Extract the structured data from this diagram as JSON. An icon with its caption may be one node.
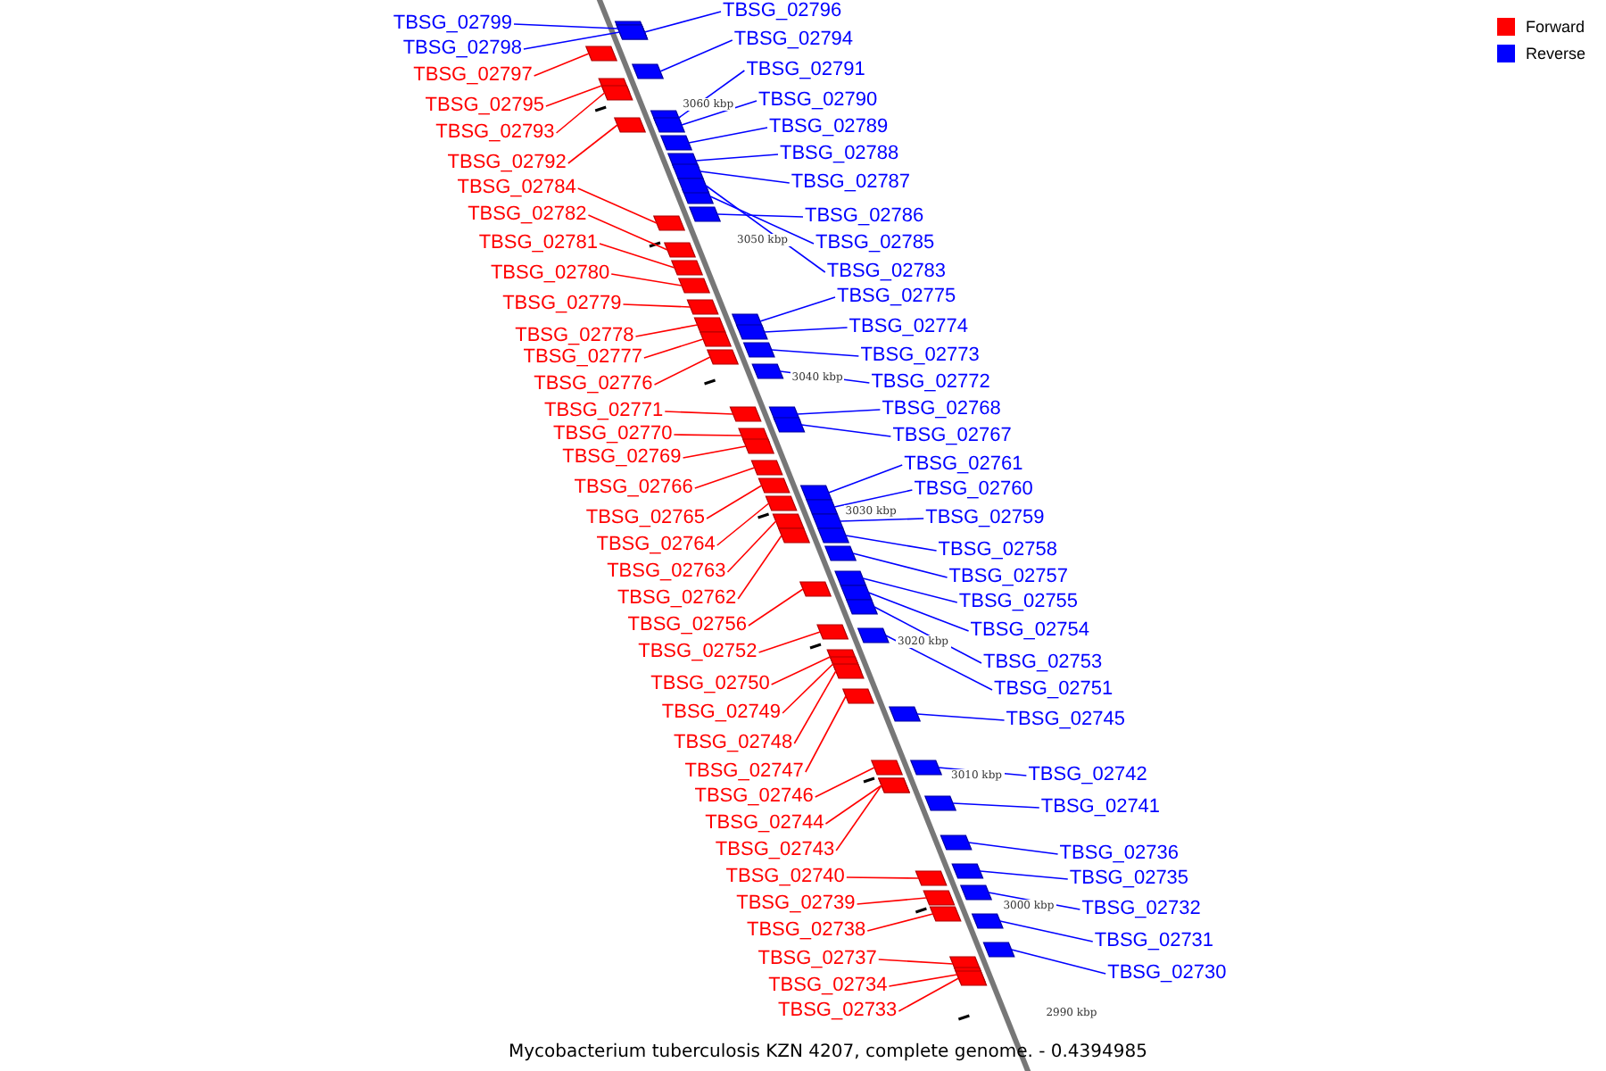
{
  "diagram": {
    "caption": "Mycobacterium tuberculosis KZN 4207, complete genome. - 0.4394985",
    "nodes": [
      {
        "text": [
          "TBSG_02799"
        ]
      },
      {
        "text": [
          "TBSG_02798"
        ]
      },
      {
        "text": [
          "TBSG_02797"
        ]
      },
      {
        "text": [
          "TBSG_02795"
        ]
      },
      {
        "text": [
          "TBSG_02793"
        ]
      },
      {
        "text": [
          "TBSG_02792"
        ]
      },
      {
        "text": [
          "TBSG_02784"
        ]
      },
      {
        "text": [
          "TBSG_02782"
        ]
      },
      {
        "text": [
          "TBSG_02781"
        ]
      },
      {
        "text": [
          "TBSG_02780"
        ]
      },
      {
        "text": [
          "TBSG_02779"
        ]
      },
      {
        "text": [
          "TBSG_02778"
        ]
      },
      {
        "text": [
          "TBSG_02777"
        ]
      },
      {
        "text": [
          "TBSG_02776"
        ]
      },
      {
        "text": [
          "TBSG_02771"
        ]
      },
      {
        "text": [
          "TBSG_02770"
        ]
      },
      {
        "text": [
          "TBSG_02769"
        ]
      },
      {
        "text": [
          "TBSG_02766"
        ]
      },
      {
        "text": [
          "TBSG_02765"
        ]
      },
      {
        "text": [
          "TBSG_02764"
        ]
      },
      {
        "text": [
          "TBSG_02763"
        ]
      },
      {
        "text": [
          "TBSG_02762"
        ]
      },
      {
        "text": [
          "TBSG_02756"
        ]
      },
      {
        "text": [
          "TBSG_02752"
        ]
      },
      {
        "text": [
          "TBSG_02750"
        ]
      },
      {
        "text": [
          "TBSG_02749"
        ]
      },
      {
        "text": [
          "TBSG_02748"
        ]
      },
      {
        "text": [
          "TBSG_02747"
        ]
      },
      {
        "text": [
          "TBSG_02746"
        ]
      },
      {
        "text": [
          "TBSG_02744"
        ]
      },
      {
        "text": [
          "TBSG_02743"
        ]
      },
      {
        "text": [
          "TBSG_02740"
        ]
      },
      {
        "text": [
          "TBSG_02739"
        ]
      },
      {
        "text": [
          "TBSG_02738"
        ]
      },
      {
        "text": [
          "TBSG_02737"
        ]
      },
      {
        "text": [
          "TBSG_02734"
        ]
      },
      {
        "text": [
          "TBSG_02733"
        ]
      },
      {
        "text": [
          "TBSG_02796"
        ]
      },
      {
        "text": [
          "TBSG_02794"
        ]
      },
      {
        "text": [
          "TBSG_02791"
        ]
      },
      {
        "text": [
          "TBSG_02790"
        ]
      },
      {
        "text": [
          "TBSG_02789"
        ]
      },
      {
        "text": [
          "TBSG_02788"
        ]
      },
      {
        "text": [
          "TBSG_02787"
        ]
      },
      {
        "text": [
          "TBSG_02786"
        ]
      },
      {
        "text": [
          "TBSG_02785"
        ]
      },
      {
        "text": [
          "TBSG_02783"
        ]
      },
      {
        "text": [
          "TBSG_02775"
        ]
      },
      {
        "text": [
          "TBSG_02774"
        ]
      },
      {
        "text": [
          "TBSG_02773"
        ]
      },
      {
        "text": [
          "TBSG_02772"
        ]
      },
      {
        "text": [
          "TBSG_02768"
        ]
      },
      {
        "text": [
          "TBSG_02767"
        ]
      },
      {
        "text": [
          "TBSG_02761"
        ]
      },
      {
        "text": [
          "TBSG_02760"
        ]
      },
      {
        "text": [
          "TBSG_02759"
        ]
      },
      {
        "text": [
          "TBSG_02758"
        ]
      },
      {
        "text": [
          "TBSG_02757"
        ]
      },
      {
        "text": [
          "TBSG_02755"
        ]
      },
      {
        "text": [
          "TBSG_02754"
        ]
      },
      {
        "text": [
          "TBSG_02753"
        ]
      },
      {
        "text": [
          "TBSG_02751"
        ]
      },
      {
        "text": [
          "TBSG_02745"
        ]
      },
      {
        "text": [
          "TBSG_02742"
        ]
      },
      {
        "text": [
          "TBSG_02741"
        ]
      },
      {
        "text": [
          "TBSG_02736"
        ]
      },
      {
        "text": [
          "TBSG_02735"
        ]
      },
      {
        "text": [
          "TBSG_02732"
        ]
      },
      {
        "text": [
          "TBSG_02731"
        ]
      },
      {
        "text": [
          "TBSG_02730"
        ]
      },
      {
        "text": [],
        "shape": "box"
      },
      {
        "text": [],
        "shape": "box"
      },
      {
        "text": [],
        "shape": "box"
      },
      {
        "text": [],
        "shape": "box"
      },
      {
        "text": [],
        "shape": "box"
      },
      {
        "text": [],
        "shape": "box"
      },
      {
        "text": [],
        "shape": "box"
      },
      {
        "text": [],
        "shape": "box"
      },
      {
        "text": [],
        "shape": "box"
      },
      {
        "text": [],
        "shape": "box"
      },
      {
        "text": [],
        "shape": "box"
      },
      {
        "text": [],
        "shape": "box"
      },
      {
        "text": [],
        "shape": "box"
      },
      {
        "text": [],
        "shape": "box"
      },
      {
        "text": [],
        "shape": "box"
      },
      {
        "text": [],
        "shape": "box"
      },
      {
        "text": [],
        "shape": "box"
      },
      {
        "text": [],
        "shape": "box"
      },
      {
        "text": [],
        "shape": "box"
      },
      {
        "text": [],
        "shape": "box"
      },
      {
        "text": [],
        "shape": "box"
      },
      {
        "text": [],
        "shape": "box"
      },
      {
        "text": [],
        "shape": "box"
      },
      {
        "text": [],
        "shape": "box"
      },
      {
        "text": [],
        "shape": "box"
      },
      {
        "text": [],
        "shape": "box"
      },
      {
        "text": [],
        "shape": "box"
      },
      {
        "text": [],
        "shape": "box"
      },
      {
        "text": [],
        "shape": "box"
      },
      {
        "text": [],
        "shape": "box"
      },
      {
        "text": [],
        "shape": "box"
      },
      {
        "text": [],
        "shape": "box"
      },
      {
        "text": [],
        "shape": "box"
      },
      {
        "text": [],
        "shape": "box"
      },
      {
        "text": [],
        "shape": "box"
      },
      {
        "text": [],
        "shape": "box"
      },
      {
        "text": [],
        "shape": "box"
      },
      {
        "text": [],
        "shape": "box"
      },
      {
        "text": [],
        "shape": "box"
      },
      {
        "text": [],
        "shape": "box"
      },
      {
        "text": [],
        "shape": "box"
      },
      {
        "text": [],
        "shape": "box"
      },
      {
        "text": [],
        "shape": "box"
      },
      {
        "text": [],
        "shape": "box"
      },
      {
        "text": [],
        "shape": "box"
      },
      {
        "text": [],
        "shape": "box"
      },
      {
        "text": [],
        "shape": "box"
      },
      {
        "text": [],
        "shape": "box"
      },
      {
        "text": [],
        "shape": "box"
      },
      {
        "text": [],
        "shape": "box"
      },
      {
        "text": [],
        "shape": "box"
      },
      {
        "text": [],
        "shape": "box"
      },
      {
        "text": [],
        "shape": "box"
      },
      {
        "text": [],
        "shape": "box"
      },
      {
        "text": [],
        "shape": "box"
      },
      {
        "text": [],
        "shape": "box"
      },
      {
        "text": [],
        "shape": "box"
      },
      {
        "text": [],
        "shape": "box"
      },
      {
        "text": [],
        "shape": "box"
      },
      {
        "text": [],
        "shape": "box"
      },
      {
        "text": [],
        "shape": "box"
      },
      {
        "text": [],
        "shape": "box"
      },
      {
        "text": [],
        "shape": "box"
      },
      {
        "text": [],
        "shape": "box"
      },
      {
        "text": [],
        "shape": "box"
      },
      {
        "text": [],
        "shape": "box"
      },
      {
        "text": [],
        "shape": "box"
      },
      {
        "text": [],
        "shape": "box"
      },
      {
        "text": [],
        "shape": "box"
      },
      {
        "text": [],
        "shape": "box"
      }
    ],
    "edges": [
      {
        "from": 0,
        "to": 70,
        "arrow": "none",
        "color": "#0000ff"
      },
      {
        "from": 1,
        "to": 71,
        "arrow": "none",
        "color": "#0000ff"
      },
      {
        "from": 2,
        "to": 72,
        "arrow": "none",
        "color": "#ff0000"
      },
      {
        "from": 3,
        "to": 73,
        "arrow": "none",
        "color": "#ff0000"
      },
      {
        "from": 4,
        "to": 74,
        "arrow": "none",
        "color": "#ff0000"
      },
      {
        "from": 5,
        "to": 75,
        "arrow": "none",
        "color": "#ff0000"
      },
      {
        "from": 6,
        "to": 76,
        "arrow": "none",
        "color": "#ff0000"
      },
      {
        "from": 7,
        "to": 77,
        "arrow": "none",
        "color": "#ff0000"
      },
      {
        "from": 8,
        "to": 78,
        "arrow": "none",
        "color": "#ff0000"
      },
      {
        "from": 9,
        "to": 79,
        "arrow": "none",
        "color": "#ff0000"
      },
      {
        "from": 10,
        "to": 80,
        "arrow": "none",
        "color": "#ff0000"
      },
      {
        "from": 11,
        "to": 81,
        "arrow": "none",
        "color": "#ff0000"
      },
      {
        "from": 12,
        "to": 82,
        "arrow": "none",
        "color": "#ff0000"
      },
      {
        "from": 13,
        "to": 83,
        "arrow": "none",
        "color": "#ff0000"
      },
      {
        "from": 14,
        "to": 84,
        "arrow": "none",
        "color": "#ff0000"
      },
      {
        "from": 15,
        "to": 85,
        "arrow": "none",
        "color": "#ff0000"
      },
      {
        "from": 16,
        "to": 86,
        "arrow": "none",
        "color": "#ff0000"
      },
      {
        "from": 17,
        "to": 87,
        "arrow": "none",
        "color": "#ff0000"
      },
      {
        "from": 18,
        "to": 88,
        "arrow": "none",
        "color": "#ff0000"
      },
      {
        "from": 19,
        "to": 89,
        "arrow": "none",
        "color": "#ff0000"
      },
      {
        "from": 20,
        "to": 90,
        "arrow": "none",
        "color": "#ff0000"
      },
      {
        "from": 21,
        "to": 91,
        "arrow": "none",
        "color": "#ff0000"
      },
      {
        "from": 22,
        "to": 92,
        "arrow": "none",
        "color": "#ff0000"
      },
      {
        "from": 23,
        "to": 93,
        "arrow": "none",
        "color": "#ff0000"
      },
      {
        "from": 24,
        "to": 94,
        "arrow": "none",
        "color": "#ff0000"
      },
      {
        "from": 25,
        "to": 95,
        "arrow": "none",
        "color": "#ff0000"
      },
      {
        "from": 26,
        "to": 96,
        "arrow": "none",
        "color": "#ff0000"
      },
      {
        "from": 27,
        "to": 97,
        "arrow": "none",
        "color": "#ff0000"
      },
      {
        "from": 28,
        "to": 98,
        "arrow": "none",
        "color": "#ff0000"
      },
      {
        "from": 29,
        "to": 99,
        "arrow": "none",
        "color": "#ff0000"
      },
      {
        "from": 30,
        "to": 100,
        "arrow": "none",
        "color": "#ff0000"
      },
      {
        "from": 31,
        "to": 101,
        "arrow": "none",
        "color": "#ff0000"
      },
      {
        "from": 32,
        "to": 102,
        "arrow": "none",
        "color": "#ff0000"
      },
      {
        "from": 33,
        "to": 103,
        "arrow": "none",
        "color": "#ff0000"
      },
      {
        "from": 34,
        "to": 104,
        "arrow": "none",
        "color": "#ff0000"
      },
      {
        "from": 35,
        "to": 105,
        "arrow": "none",
        "color": "#ff0000"
      },
      {
        "from": 36,
        "to": 106,
        "arrow": "none",
        "color": "#ff0000"
      },
      {
        "from": 37,
        "to": 107,
        "arrow": "none",
        "color": "#0000ff"
      },
      {
        "from": 38,
        "to": 108,
        "arrow": "none",
        "color": "#0000ff"
      },
      {
        "from": 39,
        "to": 109,
        "arrow": "none",
        "color": "#0000ff"
      },
      {
        "from": 40,
        "to": 110,
        "arrow": "none",
        "color": "#0000ff"
      },
      {
        "from": 41,
        "to": 111,
        "arrow": "none",
        "color": "#0000ff"
      },
      {
        "from": 42,
        "to": 112,
        "arrow": "none",
        "color": "#0000ff"
      },
      {
        "from": 43,
        "to": 113,
        "arrow": "none",
        "color": "#0000ff"
      },
      {
        "from": 44,
        "to": 114,
        "arrow": "none",
        "color": "#0000ff"
      },
      {
        "from": 45,
        "to": 115,
        "arrow": "none",
        "color": "#0000ff"
      },
      {
        "from": 46,
        "to": 116,
        "arrow": "none",
        "color": "#0000ff"
      },
      {
        "from": 47,
        "to": 117,
        "arrow": "none",
        "color": "#0000ff"
      },
      {
        "from": 48,
        "to": 118,
        "arrow": "none",
        "color": "#0000ff"
      },
      {
        "from": 49,
        "to": 119,
        "arrow": "none",
        "color": "#0000ff"
      },
      {
        "from": 50,
        "to": 120,
        "arrow": "none",
        "color": "#0000ff"
      },
      {
        "from": 51,
        "to": 121,
        "arrow": "none",
        "color": "#0000ff"
      },
      {
        "from": 52,
        "to": 122,
        "arrow": "none",
        "color": "#0000ff"
      },
      {
        "from": 53,
        "to": 123,
        "arrow": "none",
        "color": "#0000ff"
      },
      {
        "from": 54,
        "to": 124,
        "arrow": "none",
        "color": "#0000ff"
      },
      {
        "from": 55,
        "to": 125,
        "arrow": "none",
        "color": "#0000ff"
      },
      {
        "from": 56,
        "to": 126,
        "arrow": "none",
        "color": "#0000ff"
      },
      {
        "from": 57,
        "to": 127,
        "arrow": "none",
        "color": "#0000ff"
      },
      {
        "from": 58,
        "to": 128,
        "arrow": "none",
        "color": "#0000ff"
      },
      {
        "from": 59,
        "to": 129,
        "arrow": "none",
        "color": "#0000ff"
      },
      {
        "from": 60,
        "to": 130,
        "arrow": "none",
        "color": "#0000ff"
      },
      {
        "from": 61,
        "to": 131,
        "arrow": "none",
        "color": "#0000ff"
      },
      {
        "from": 62,
        "to": 132,
        "arrow": "none",
        "color": "#0000ff"
      },
      {
        "from": 63,
        "to": 133,
        "arrow": "none",
        "color": "#0000ff"
      },
      {
        "from": 64,
        "to": 134,
        "arrow": "none",
        "color": "#0000ff"
      },
      {
        "from": 65,
        "to": 135,
        "arrow": "none",
        "color": "#0000ff"
      },
      {
        "from": 66,
        "to": 136,
        "arrow": "none",
        "color": "#0000ff"
      },
      {
        "from": 67,
        "to": 137,
        "arrow": "none",
        "color": "#0000ff"
      },
      {
        "from": 68,
        "to": 138,
        "arrow": "none",
        "color": "#0000ff"
      },
      {
        "from": 69,
        "to": 139,
        "arrow": "none",
        "color": "#0000ff"
      }
    ],
    "labels": [
      "3060 kbp",
      "3050 kbp",
      "3040 kbp",
      "3030 kbp",
      "3020 kbp",
      "3010 kbp",
      "3000 kbp",
      "2990 kbp"
    ],
    "legend": [
      {
        "text": "Forward",
        "color": "#ff0000"
      },
      {
        "text": "Reverse",
        "color": "#0000ff"
      }
    ]
  }
}
